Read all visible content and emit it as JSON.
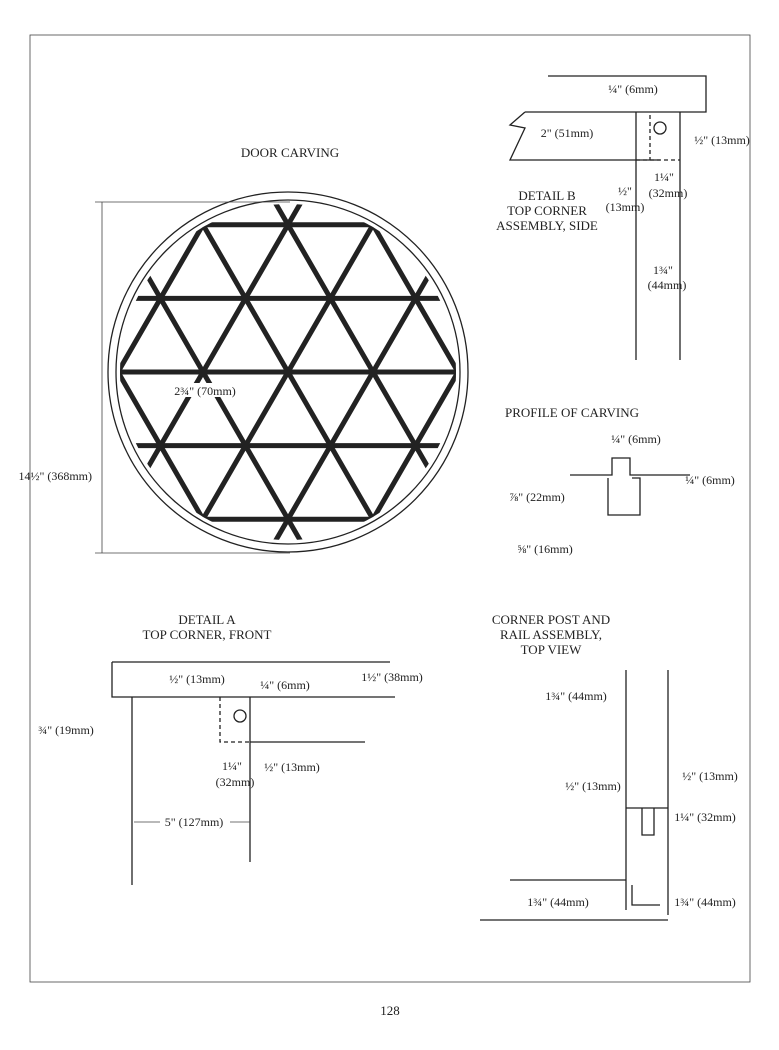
{
  "door_carving": {
    "title": "DOOR CARVING",
    "overall_diameter": "14½\" (368mm)",
    "triangle_size": "2¾\" (70mm)"
  },
  "detail_b": {
    "title_lines": [
      "DETAIL B",
      "TOP CORNER",
      "ASSEMBLY, SIDE"
    ],
    "dims": {
      "quarter": "¼\" (6mm)",
      "rail": "2\" (51mm)",
      "half_right": "½\" (13mm)",
      "tenon_a": "1¼\"",
      "tenon_b": "(32mm)",
      "half_a": "½\"",
      "half_b": "(13mm)",
      "post_a": "1¾\"",
      "post_b": "(44mm)"
    }
  },
  "profile": {
    "title": "PROFILE OF CARVING",
    "top": "¼\" (6mm)",
    "right": "¼\" (6mm)",
    "depth": "⅞\" (22mm)",
    "width": "⅝\" (16mm)"
  },
  "detail_a": {
    "title_lines": [
      "DETAIL A",
      "TOP CORNER, FRONT"
    ],
    "dims": {
      "half_top": "½\" (13mm)",
      "quarter": "¼\" (6mm)",
      "top_thick": "1½\" (38mm)",
      "overhang": "¾\" (19mm)",
      "tenon_a": "1¼\"",
      "tenon_b": "(32mm)",
      "half_right": "½\" (13mm)",
      "post_width": "5\" (127mm)"
    }
  },
  "corner_post": {
    "title_lines": [
      "CORNER POST AND",
      "RAIL ASSEMBLY,",
      "TOP VIEW"
    ],
    "dims": {
      "post_top": "1¾\" (44mm)",
      "half_left": "½\" (13mm)",
      "half_right": "½\" (13mm)",
      "tenon": "1¼\" (32mm)",
      "rail_left": "1¾\" (44mm)",
      "rail_right": "1¾\" (44mm)"
    }
  },
  "page_number": "128"
}
